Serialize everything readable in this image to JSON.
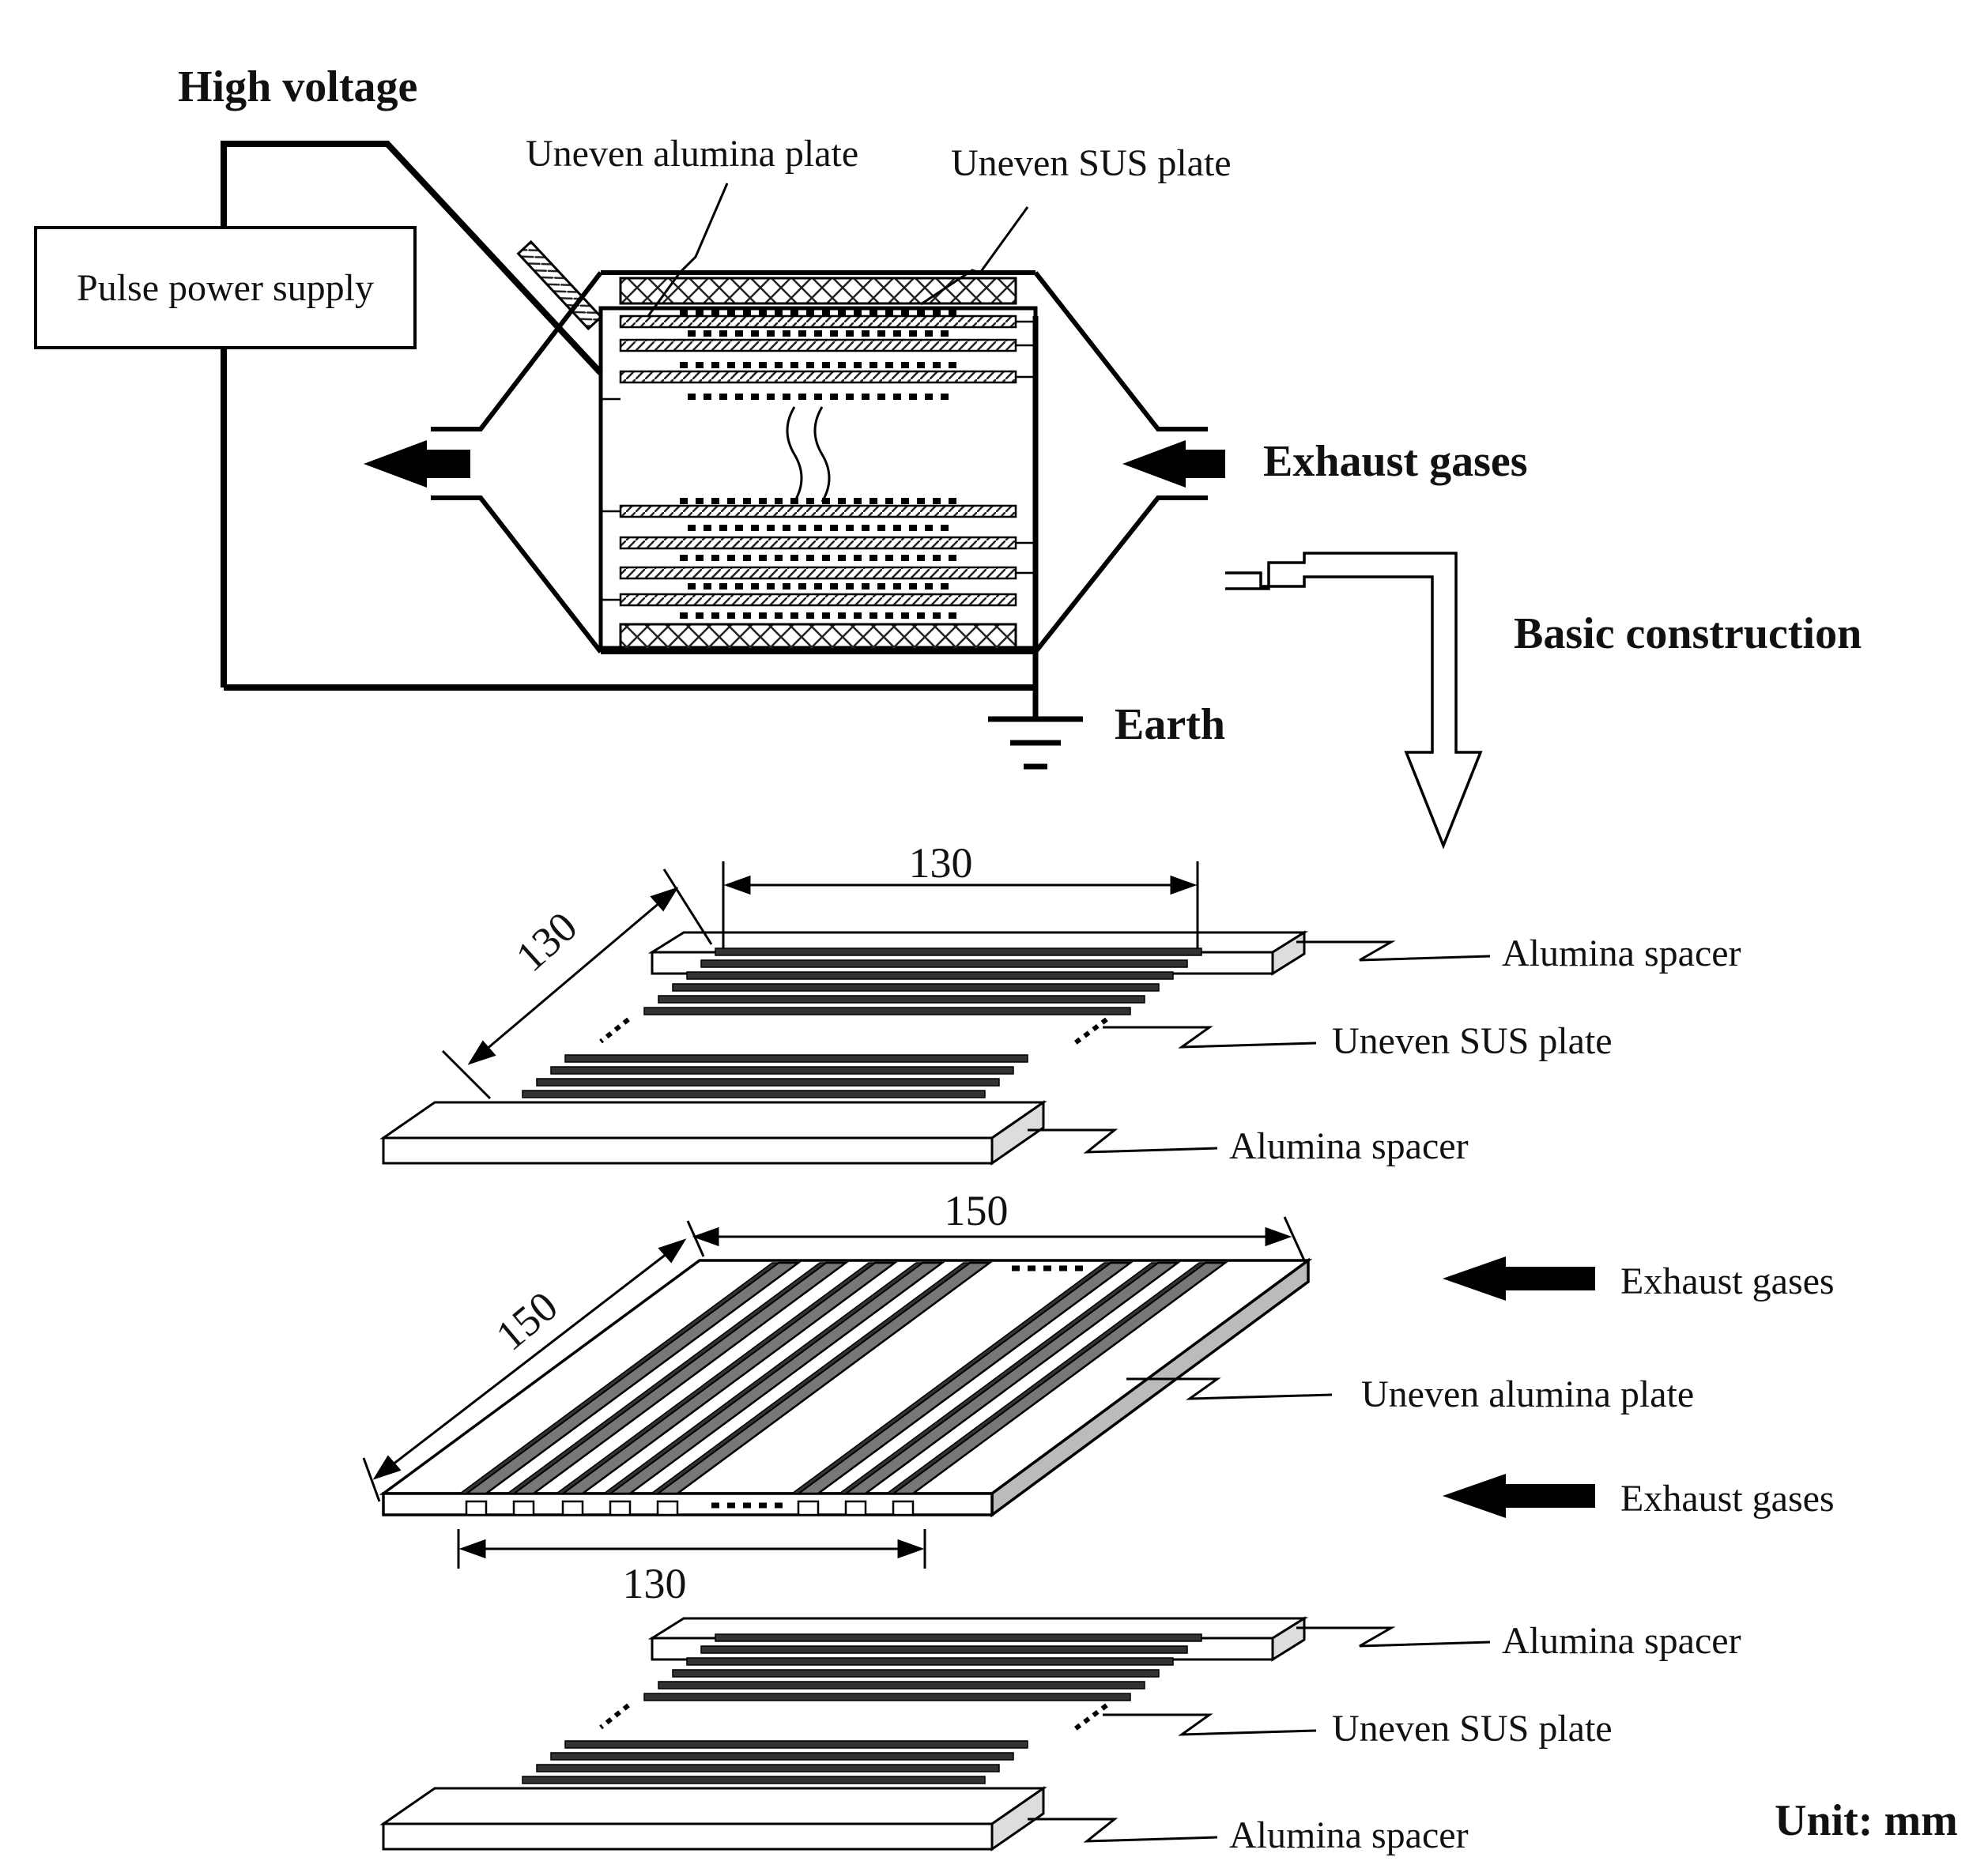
{
  "top": {
    "high_voltage": "High voltage",
    "pulse_power_supply": "Pulse power supply",
    "uneven_alumina_plate": "Uneven alumina plate",
    "uneven_sus_plate": "Uneven SUS plate",
    "exhaust_gases": "Exhaust gases",
    "basic_construction": "Basic construction",
    "earth": "Earth"
  },
  "upper_stack": {
    "dim_width": "130",
    "dim_depth": "130",
    "alumina_spacer_top": "Alumina spacer",
    "uneven_sus_plate": "Uneven SUS plate",
    "alumina_spacer_bottom": "Alumina spacer"
  },
  "alumina_plate": {
    "dim_width": "150",
    "dim_depth": "150",
    "dim_groove_span": "130",
    "exhaust_gases_upper": "Exhaust gases",
    "uneven_alumina_plate": "Uneven alumina plate",
    "exhaust_gases_lower": "Exhaust gases"
  },
  "lower_stack": {
    "alumina_spacer_top": "Alumina spacer",
    "uneven_sus_plate": "Uneven SUS plate",
    "alumina_spacer_bottom": "Alumina spacer"
  },
  "unit": "Unit: mm"
}
